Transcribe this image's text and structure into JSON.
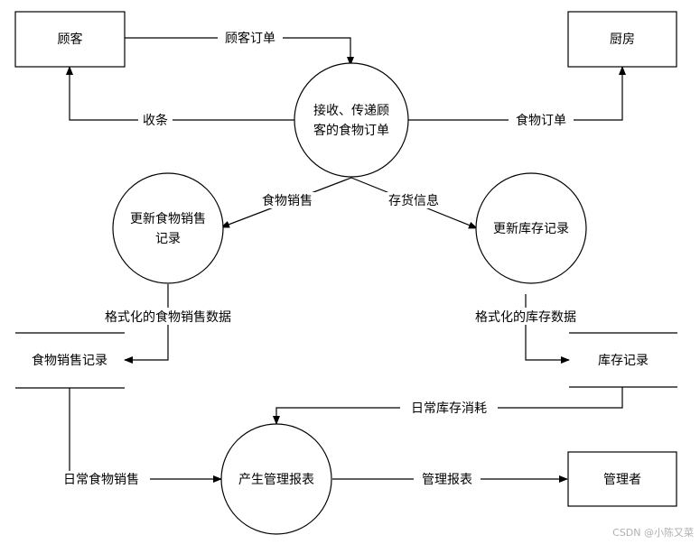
{
  "entities": {
    "customer": "顾客",
    "kitchen": "厨房",
    "manager": "管理者"
  },
  "processes": {
    "receive_order_line1": "接收、传递顾",
    "receive_order_line2": "客的食物订单",
    "update_sales_line1": "更新食物销售",
    "update_sales_line2": "记录",
    "update_inventory": "更新库存记录",
    "generate_report": "产生管理报表"
  },
  "stores": {
    "sales_records": "食物销售记录",
    "inventory_records": "库存记录"
  },
  "flows": {
    "customer_order": "顾客订单",
    "receipt": "收条",
    "food_order": "食物订单",
    "food_sales": "食物销售",
    "inventory_info": "存货信息",
    "formatted_sales_data": "格式化的食物销售数据",
    "formatted_inventory_data": "格式化的库存数据",
    "daily_inventory_consumption": "日常库存消耗",
    "daily_food_sales": "日常食物销售",
    "management_report": "管理报表"
  },
  "watermark": "CSDN @小陈又菜"
}
